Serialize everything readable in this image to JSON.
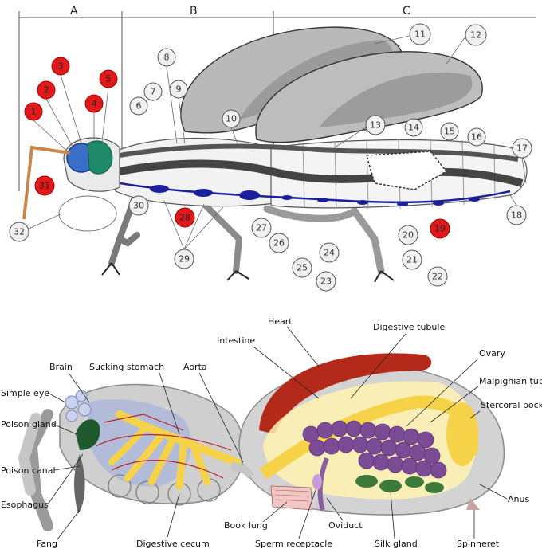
{
  "insect": {
    "sections": [
      "A",
      "B",
      "C"
    ],
    "callouts_plain": [
      "6",
      "7",
      "8",
      "9",
      "10",
      "11",
      "12",
      "13",
      "14",
      "15",
      "16",
      "17",
      "18",
      "20",
      "21",
      "22",
      "23",
      "24",
      "25",
      "26",
      "27",
      "29",
      "30",
      "32"
    ],
    "callouts_red": [
      "1",
      "2",
      "3",
      "4",
      "5",
      "19",
      "28",
      "31"
    ]
  },
  "spider": {
    "labels": {
      "heart": "Heart",
      "intestine": "Intestine",
      "digestive_tubule": "Digestive tubule",
      "ovary": "Ovary",
      "malpighian_tubule": "Malpighian tubu",
      "stercoral_pocket": "Stercoral pocke",
      "anus": "Anus",
      "brain": "Brain",
      "sucking_stomach": "Sucking stomach",
      "aorta": "Aorta",
      "simple_eye": "Simple eye",
      "poison_gland": "Poison gland",
      "poison_canal": "Poison canal",
      "esophagus": "Esophagus",
      "fang": "Fang",
      "digestive_cecum": "Digestive cecum",
      "book_lung": "Book lung",
      "sperm_receptacle": "Sperm receptacle",
      "oviduct": "Oviduct",
      "silk_gland": "Silk gland",
      "spinneret": "Spinneret"
    }
  }
}
